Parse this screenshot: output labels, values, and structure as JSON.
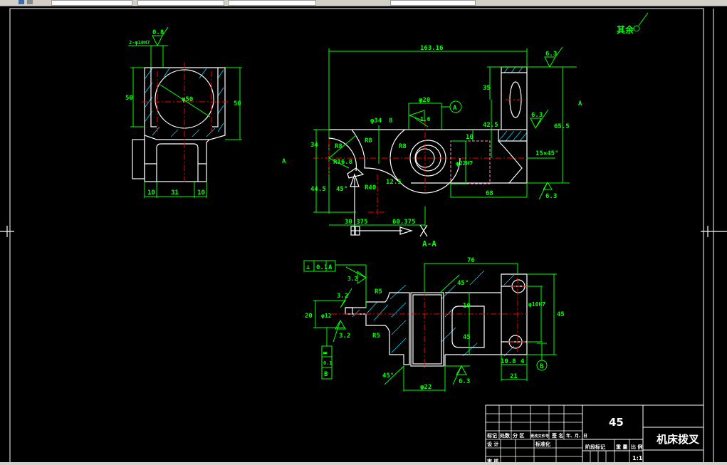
{
  "window": {
    "toolbar_fields": [
      "",
      "",
      "",
      ""
    ]
  },
  "colors": {
    "background": "#000000",
    "dimension": "#00ff00",
    "outline": "#ffffff",
    "centerline": "#ff0000",
    "hatch": "#00d8ff"
  },
  "drawing": {
    "roughness_note": "其余",
    "section_label": "A-A",
    "section_mark_left": "A",
    "section_mark_right": "A",
    "left_view": {
      "roughness": "0.8",
      "holes": "2-φ10H7",
      "sphere_dia": "φ50",
      "height_left": "50",
      "height_right": "50",
      "width_1": "10",
      "width_2": "31",
      "width_3": "10"
    },
    "main_view": {
      "overall_length": "163.16",
      "roughness_top": "6.3",
      "dim_35": "35",
      "dim_42_5": "42.5",
      "dim_65_5": "65.5",
      "bore": "φ20",
      "roughness_bore": "1.6",
      "datum": "A",
      "dim_10": "10",
      "roughness_mid": "6.3",
      "chamfer": "15×45°",
      "bore_h7": "φ22H7",
      "dim_68": "68",
      "roughness_bottom": "6.3",
      "dim_30_375": "30.375",
      "dim_60_375": "60.375",
      "dim_34": "34",
      "dim_44_5": "44.5",
      "r_a": "R8",
      "r_b": "R16.8",
      "r_c": "R8",
      "r_d": "R8",
      "angle": "45°",
      "r_e": "R40",
      "r_f": "12.5",
      "dim_8": "8",
      "phi_4": "φ34"
    },
    "section_view": {
      "tolerance": [
        "⊥",
        "0.1",
        "A"
      ],
      "roughness_a": "3.2",
      "roughness_b": "3.2",
      "roughness_c": "3.2",
      "r_top": "R5",
      "r_bottom": "R5",
      "dim_76": "76",
      "angle_top": "45°",
      "angle_bottom": "45°",
      "dim_20": "20",
      "dim_12": "φ12",
      "dim_45": "45",
      "dim_10": "10",
      "bore": "φ22",
      "hole_dist": "φ10H7",
      "height": "45",
      "dim_10_8": "10.8",
      "dim_4": "4",
      "dim_21": "21",
      "datum": "B",
      "roughness_d": "6.3",
      "frame_box": [
        "▬",
        "0.1",
        "B"
      ]
    }
  },
  "title_block": {
    "material": "45",
    "part_name": "机床拨叉",
    "scale": "1:1",
    "headers": [
      "标记",
      "处数",
      "分 区",
      "更改文件号",
      "签 名",
      "年、月、日"
    ],
    "designer": "设 计",
    "standardization": "标准化",
    "stage_mark": "阶段标记",
    "weight": "重 量",
    "scale_label": "比 例",
    "reviewer": "审 核"
  }
}
